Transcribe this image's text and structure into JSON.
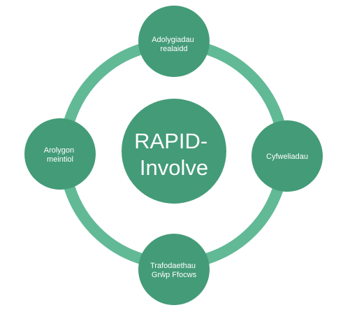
{
  "colors": {
    "node_fill": "#449b78",
    "ring": "#62b996",
    "text": "#ffffff",
    "background": "#ffffff"
  },
  "center": {
    "line1": "RAPID-",
    "line2": "Involve"
  },
  "nodes": {
    "top": {
      "line1": "Adolygiadau",
      "line2": "realaidd"
    },
    "right": {
      "line1": "Cyfweliadau"
    },
    "bottom": {
      "line1": "Trafodaethau",
      "line2": "Grŵp Ffocws"
    },
    "left": {
      "line1": "Arolygon",
      "line2": "meintiol"
    }
  }
}
